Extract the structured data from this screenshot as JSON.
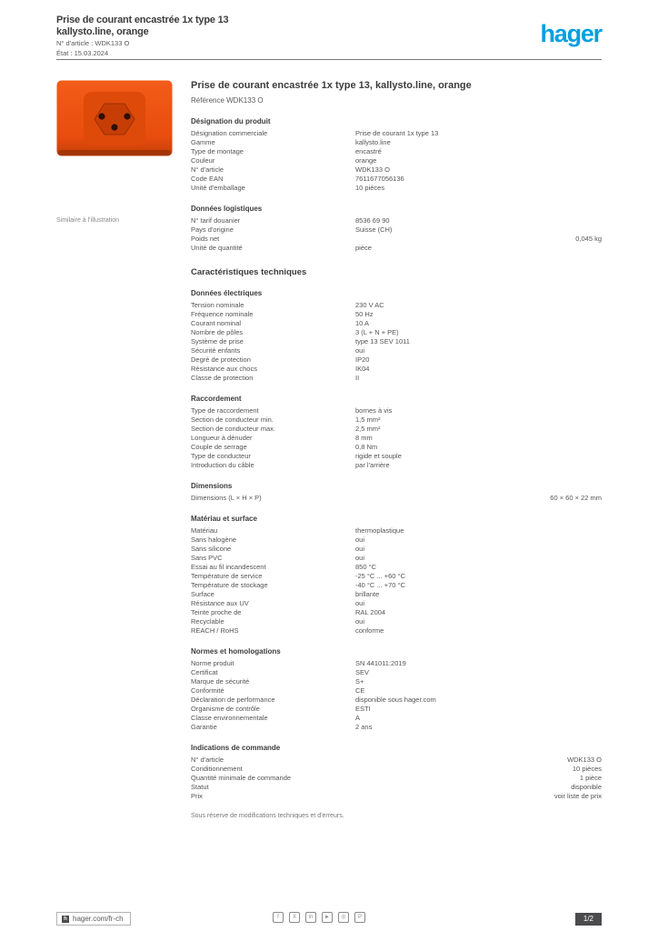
{
  "brand": {
    "logo_text": "hager",
    "accent_color": "#00a0e1",
    "product_orange": "#e84d0e"
  },
  "header": {
    "title_line1": "Prise de courant encastrée 1x type 13",
    "title_line2": "kallysto.line, orange",
    "reference_line": "N° d'article : WDK133 O",
    "date_line": "État : 15.03.2024"
  },
  "product": {
    "title": "Prise de courant encastrée 1x type 13, kallysto.line, orange",
    "subtitle": "Référence WDK133 O",
    "image_caption": "Similaire à l'illustration"
  },
  "sections": [
    {
      "title": "Désignation du produit",
      "major": false,
      "rows": [
        {
          "label": "Désignation commerciale",
          "value": "Prise de courant 1x type 13",
          "align": "left"
        },
        {
          "label": "Gamme",
          "value": "kallysto.line",
          "align": "left"
        },
        {
          "label": "Type de montage",
          "value": "encastré",
          "align": "left"
        },
        {
          "label": "Couleur",
          "value": "orange",
          "align": "left"
        },
        {
          "label": "N° d'article",
          "value": "WDK133 O",
          "align": "left"
        },
        {
          "label": "Code EAN",
          "value": "7611677056136",
          "align": "left"
        },
        {
          "label": "Unité d'emballage",
          "value": "10 pièces",
          "align": "left"
        }
      ]
    },
    {
      "title": "Données logistiques",
      "major": false,
      "rows": [
        {
          "label": "N° tarif douanier",
          "value": "8536 69 90",
          "align": "left"
        },
        {
          "label": "Pays d'origine",
          "value": "Suisse (CH)",
          "align": "left"
        },
        {
          "label": "Poids net",
          "value": "0,045 kg",
          "align": "right"
        },
        {
          "label": "Unité de quantité",
          "value": "pièce",
          "align": "left"
        }
      ]
    },
    {
      "title": "Caractéristiques techniques",
      "major": true,
      "rows": []
    },
    {
      "title": "Données électriques",
      "major": false,
      "rows": [
        {
          "label": "Tension nominale",
          "value": "230 V AC",
          "align": "left"
        },
        {
          "label": "Fréquence nominale",
          "value": "50 Hz",
          "align": "left"
        },
        {
          "label": "Courant nominal",
          "value": "10 A",
          "align": "left"
        },
        {
          "label": "Nombre de pôles",
          "value": "3 (L + N + PE)",
          "align": "left"
        },
        {
          "label": "Système de prise",
          "value": "type 13 SEV 1011",
          "align": "left"
        },
        {
          "label": "Sécurité enfants",
          "value": "oui",
          "align": "left"
        },
        {
          "label": "Degré de protection",
          "value": "IP20",
          "align": "left"
        },
        {
          "label": "Résistance aux chocs",
          "value": "IK04",
          "align": "left"
        },
        {
          "label": "Classe de protection",
          "value": "II",
          "align": "left"
        }
      ]
    },
    {
      "title": "Raccordement",
      "major": false,
      "rows": [
        {
          "label": "Type de raccordement",
          "value": "bornes à vis",
          "align": "left"
        },
        {
          "label": "Section de conducteur min.",
          "value": "1,5 mm²",
          "align": "left"
        },
        {
          "label": "Section de conducteur max.",
          "value": "2,5 mm²",
          "align": "left"
        },
        {
          "label": "Longueur à dénuder",
          "value": "8 mm",
          "align": "left"
        },
        {
          "label": "Couple de serrage",
          "value": "0,8 Nm",
          "align": "left"
        },
        {
          "label": "Type de conducteur",
          "value": "rigide et souple",
          "align": "left"
        },
        {
          "label": "Introduction du câble",
          "value": "par l'arrière",
          "align": "left"
        }
      ]
    },
    {
      "title": "Dimensions",
      "major": false,
      "rows": [
        {
          "label": "Dimensions (L × H × P)",
          "value": "60 × 60 × 22 mm",
          "align": "right"
        }
      ]
    },
    {
      "title": "Matériau et surface",
      "major": false,
      "rows": [
        {
          "label": "Matériau",
          "value": "thermoplastique",
          "align": "left"
        },
        {
          "label": "Sans halogène",
          "value": "oui",
          "align": "left"
        },
        {
          "label": "Sans silicone",
          "value": "oui",
          "align": "left"
        },
        {
          "label": "Sans PVC",
          "value": "oui",
          "align": "left"
        },
        {
          "label": "Essai au fil incandescent",
          "value": "850 °C",
          "align": "left"
        },
        {
          "label": "Température de service",
          "value": "-25 °C ... +60 °C",
          "align": "left"
        },
        {
          "label": "Température de stockage",
          "value": "-40 °C ... +70 °C",
          "align": "left"
        },
        {
          "label": "Surface",
          "value": "brillante",
          "align": "left"
        },
        {
          "label": "Résistance aux UV",
          "value": "oui",
          "align": "left"
        },
        {
          "label": "Teinte proche de",
          "value": "RAL 2004",
          "align": "left"
        },
        {
          "label": "Recyclable",
          "value": "oui",
          "align": "left"
        },
        {
          "label": "REACH / RoHS",
          "value": "conforme",
          "align": "left"
        }
      ]
    },
    {
      "title": "Normes et homologations",
      "major": false,
      "rows": [
        {
          "label": "Norme produit",
          "value": "SN 441011:2019",
          "align": "left"
        },
        {
          "label": "Certificat",
          "value": "SEV",
          "align": "left"
        },
        {
          "label": "Marque de sécurité",
          "value": "S+",
          "align": "left"
        },
        {
          "label": "Conformité",
          "value": "CE",
          "align": "left"
        },
        {
          "label": "Déclaration de performance",
          "value": "disponible sous hager.com",
          "align": "left"
        },
        {
          "label": "Organisme de contrôle",
          "value": "ESTI",
          "align": "left"
        },
        {
          "label": "Classe environnementale",
          "value": "A",
          "align": "left"
        },
        {
          "label": "Garantie",
          "value": "2 ans",
          "align": "left"
        }
      ]
    },
    {
      "title": "Indications de commande",
      "major": false,
      "rows": [
        {
          "label": "N° d'article",
          "value": "WDK133 O",
          "align": "right"
        },
        {
          "label": "Conditionnement",
          "value": "10 pièces",
          "align": "right"
        },
        {
          "label": "Quantité minimale de commande",
          "value": "1 pièce",
          "align": "right"
        },
        {
          "label": "Statut",
          "value": "disponible",
          "align": "right"
        },
        {
          "label": "Prix",
          "value": "voir liste de prix",
          "align": "right"
        }
      ]
    }
  ],
  "note": "Sous réserve de modifications techniques et d'erreurs.",
  "footer": {
    "url": "hager.com/fr-ch",
    "url_cube": "h",
    "page_label": "1/2",
    "icons": [
      {
        "name": "facebook",
        "glyph": "f"
      },
      {
        "name": "x-twitter",
        "glyph": "X"
      },
      {
        "name": "linkedin",
        "glyph": "in"
      },
      {
        "name": "youtube",
        "glyph": "►"
      },
      {
        "name": "instagram",
        "glyph": "◎"
      },
      {
        "name": "pinterest",
        "glyph": "P"
      }
    ]
  }
}
